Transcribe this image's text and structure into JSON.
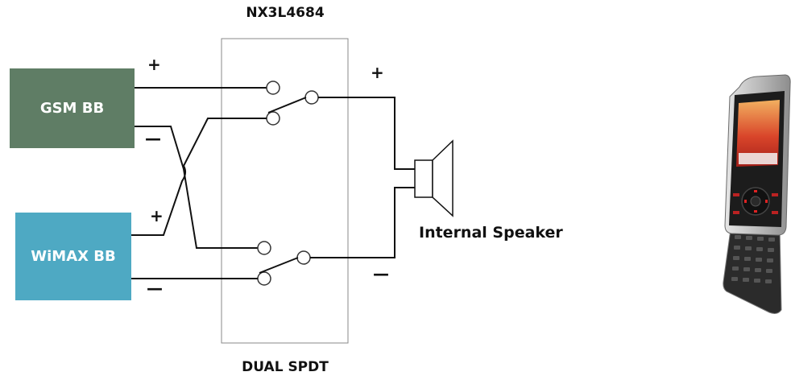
{
  "chip": {
    "name": "NX3L4684",
    "caption": "DUAL SPDT"
  },
  "sources": {
    "gsm": {
      "label": "GSM BB",
      "color": "#5f7d65",
      "plus": "+",
      "minus": "—"
    },
    "wimax": {
      "label": "WiMAX BB",
      "color": "#4ea9c3",
      "plus": "+",
      "minus": "—"
    }
  },
  "speaker": {
    "label": "Internal Speaker",
    "plus": "+",
    "minus": "—"
  },
  "phone": {
    "icon": "mobile-phone-icon"
  }
}
